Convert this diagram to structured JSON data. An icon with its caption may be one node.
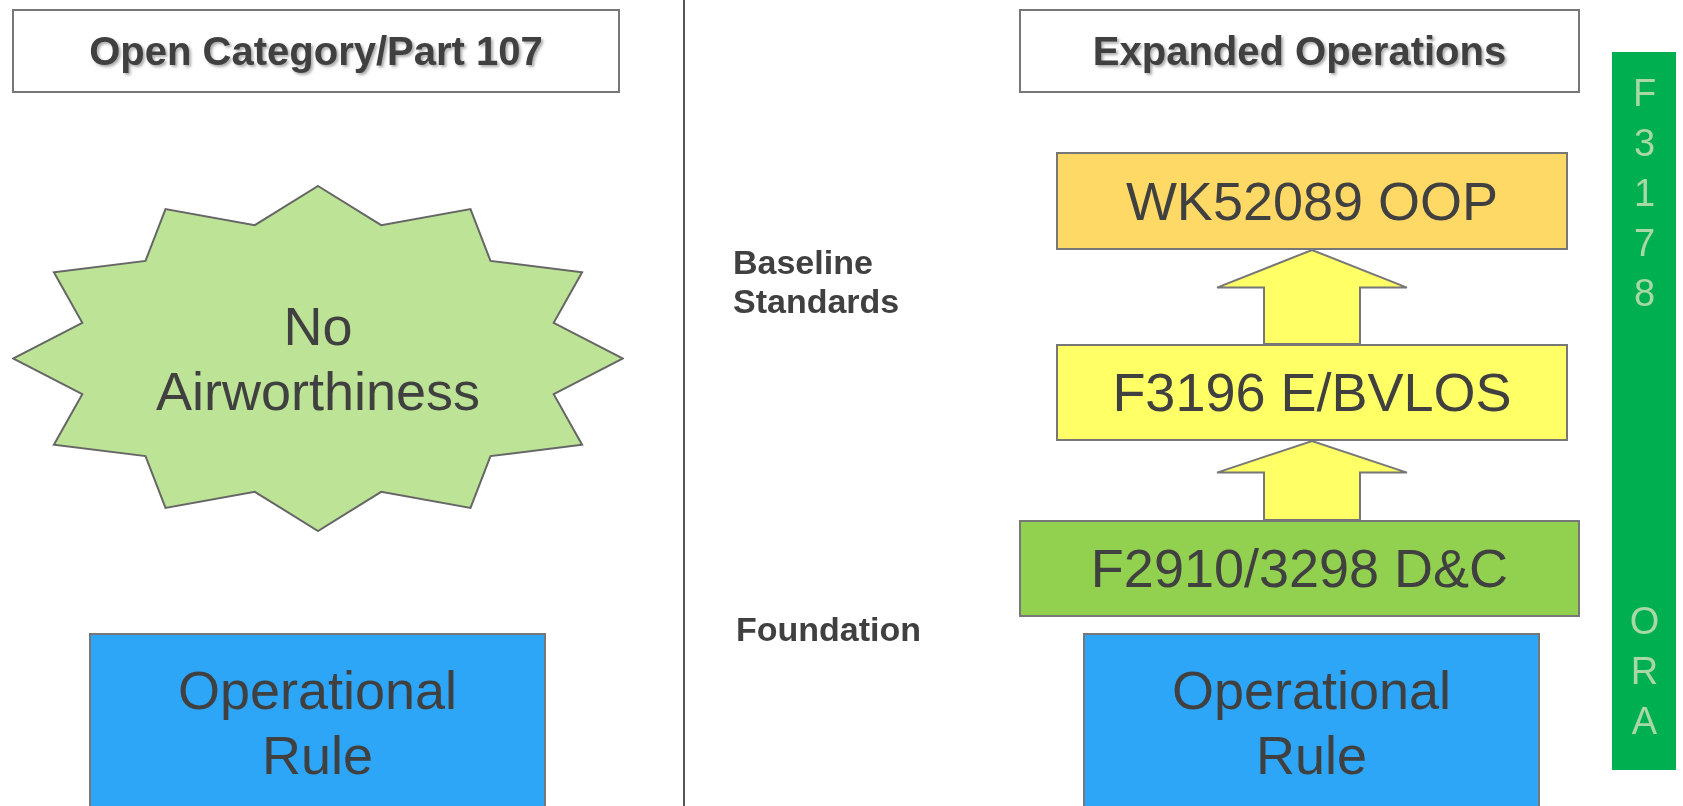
{
  "diagram": {
    "nodes": [
      {
        "text": [
          "Open Category/Part 107"
        ]
      },
      {
        "text": [
          "No Airworthiness"
        ]
      },
      {
        "text": [
          "Operational Rule"
        ]
      },
      {
        "text": [
          "Expanded Operations"
        ]
      },
      {
        "text": [
          "WK52089 OOP"
        ]
      },
      {
        "text": [
          "F3196 E/BVLOS"
        ]
      },
      {
        "text": [
          "F2910/3298 D&C"
        ]
      },
      {
        "text": [
          "Operational Rule"
        ]
      },
      {
        "text": [
          "F3178",
          "ORA"
        ]
      }
    ],
    "edges": [
      {
        "from": 6,
        "to": 5,
        "arrow": "to"
      },
      {
        "from": 5,
        "to": 4,
        "arrow": "to"
      }
    ],
    "labels": [
      "Baseline Standards",
      "Foundation"
    ]
  }
}
